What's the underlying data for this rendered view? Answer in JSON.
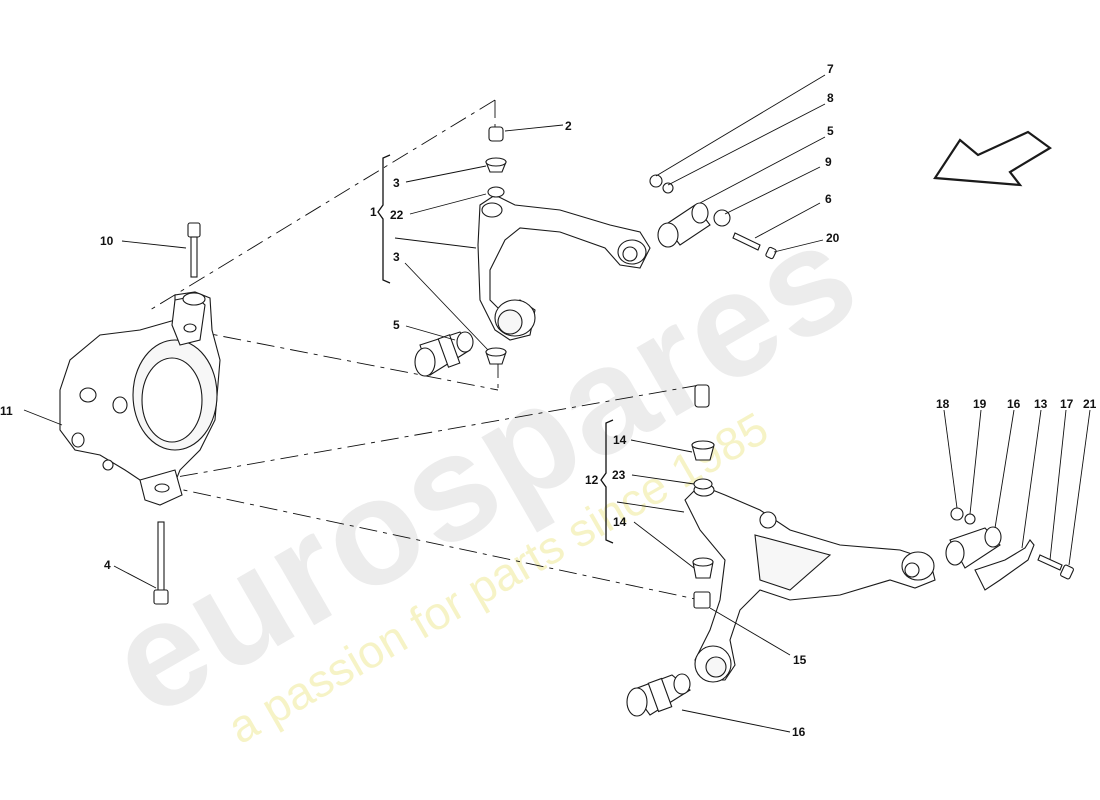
{
  "watermark": {
    "brand": "eurospares",
    "tagline": "a passion for parts since 1985"
  },
  "callouts": [
    {
      "id": "c1",
      "text": "1"
    },
    {
      "id": "c2",
      "text": "2"
    },
    {
      "id": "c3a",
      "text": "3"
    },
    {
      "id": "c3b",
      "text": "3"
    },
    {
      "id": "c4",
      "text": "4"
    },
    {
      "id": "c5a",
      "text": "5"
    },
    {
      "id": "c5b",
      "text": "5"
    },
    {
      "id": "c6",
      "text": "6"
    },
    {
      "id": "c7",
      "text": "7"
    },
    {
      "id": "c8",
      "text": "8"
    },
    {
      "id": "c9",
      "text": "9"
    },
    {
      "id": "c10",
      "text": "10"
    },
    {
      "id": "c11",
      "text": "11"
    },
    {
      "id": "c12",
      "text": "12"
    },
    {
      "id": "c13",
      "text": "13"
    },
    {
      "id": "c14a",
      "text": "14"
    },
    {
      "id": "c14b",
      "text": "14"
    },
    {
      "id": "c15",
      "text": "15"
    },
    {
      "id": "c16a",
      "text": "16"
    },
    {
      "id": "c16b",
      "text": "16"
    },
    {
      "id": "c17",
      "text": "17"
    },
    {
      "id": "c18",
      "text": "18"
    },
    {
      "id": "c19",
      "text": "19"
    },
    {
      "id": "c20",
      "text": "20"
    },
    {
      "id": "c21",
      "text": "21"
    },
    {
      "id": "c22",
      "text": "22"
    },
    {
      "id": "c23",
      "text": "23"
    }
  ]
}
